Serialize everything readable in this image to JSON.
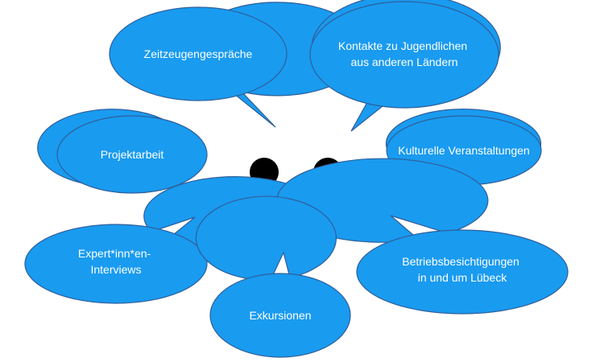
{
  "diagram": {
    "center_icon": "people-group-icon",
    "bubble_color": "#199BF0",
    "bubble_outline": "#2F5F9A",
    "bubbles": {
      "zeitzeugen": {
        "lines": [
          "Zeitzeugengespräche"
        ]
      },
      "kontakte": {
        "lines": [
          "Kontakte zu Jugendlichen",
          "aus anderen Ländern"
        ]
      },
      "projektarbeit": {
        "lines": [
          "Projektarbeit"
        ]
      },
      "kulturelle": {
        "lines": [
          "Kulturelle Veranstaltungen"
        ]
      },
      "expert": {
        "lines": [
          "Expert*inn*en-",
          "Interviews"
        ]
      },
      "betrieb": {
        "lines": [
          "Betriebsbesichtigungen",
          "in und um Lübeck"
        ]
      },
      "exkursionen": {
        "lines": [
          "Exkursionen"
        ]
      }
    }
  }
}
